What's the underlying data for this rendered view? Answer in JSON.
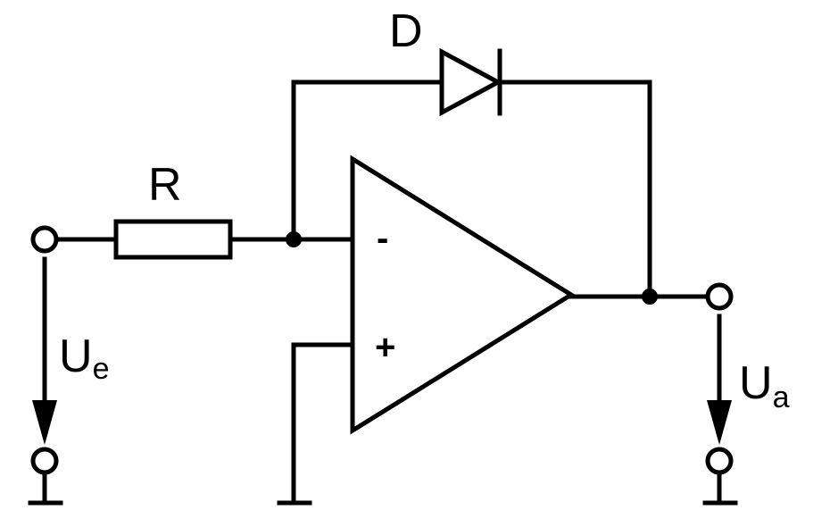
{
  "diagram": {
    "labels": {
      "diode": "D",
      "resistor": "R",
      "inverting_input": "-",
      "noninverting_input": "+",
      "input_voltage_main": "U",
      "input_voltage_sub": "e",
      "output_voltage_main": "U",
      "output_voltage_sub": "a"
    },
    "colors": {
      "stroke": "#000000",
      "background": "#ffffff"
    }
  }
}
